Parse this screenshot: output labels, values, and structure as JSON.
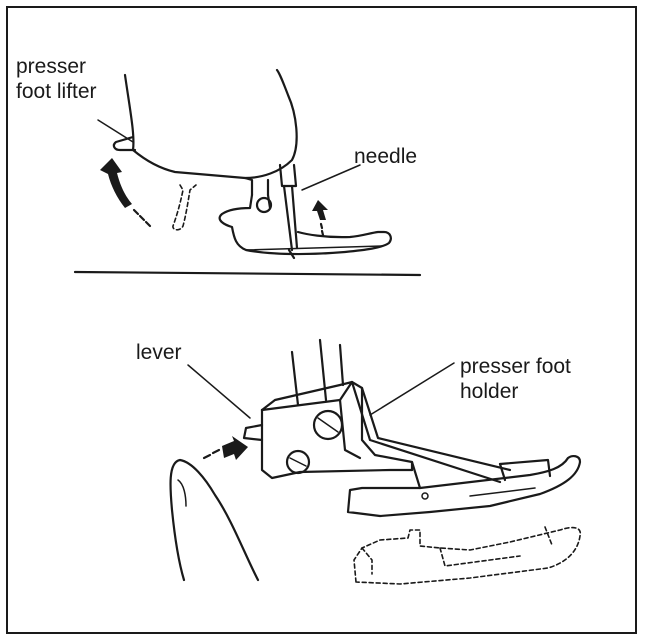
{
  "labels": {
    "presser_foot_lifter": [
      "presser",
      "foot lifter"
    ],
    "needle": "needle",
    "lever": "lever",
    "presser_foot_holder": [
      "presser foot",
      "holder"
    ]
  },
  "colors": {
    "ink": "#1a1a1a",
    "background": "#ffffff"
  },
  "icons": [
    "curved-arrow-up-icon",
    "arrow-up-icon",
    "arrow-right-icon"
  ]
}
